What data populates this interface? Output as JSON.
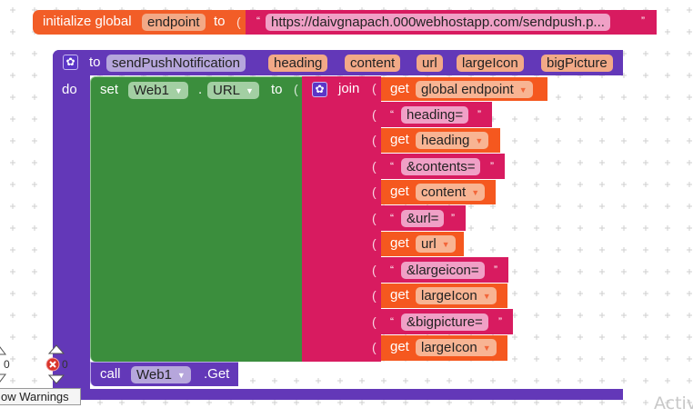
{
  "colors": {
    "orange": "#f25d27",
    "text_pink": "#d81b60",
    "procedure_purple": "#6338b8",
    "green_setter": "#3b8e3d",
    "join_pink": "#d81b60",
    "get_orange": "#f5581f",
    "call_purple": "#6338b8"
  },
  "global_init": {
    "prefix": "initialize global",
    "name": "endpoint",
    "to": "to",
    "value": "https://daivgnapach.000webhostapp.com/sendpush.p..."
  },
  "procedure": {
    "to": "to",
    "name": "sendPushNotification",
    "params": [
      "heading",
      "content",
      "url",
      "largeIcon",
      "bigPicture"
    ],
    "do": "do"
  },
  "setter": {
    "set": "set",
    "component": "Web1",
    "dot": ".",
    "property": "URL",
    "to": "to"
  },
  "join": {
    "label": "join",
    "items": [
      {
        "type": "get",
        "label": "get",
        "value": "global endpoint"
      },
      {
        "type": "text",
        "value": "heading="
      },
      {
        "type": "get",
        "label": "get",
        "value": "heading"
      },
      {
        "type": "text",
        "value": "&contents="
      },
      {
        "type": "get",
        "label": "get",
        "value": "content"
      },
      {
        "type": "text",
        "value": "&url="
      },
      {
        "type": "get",
        "label": "get",
        "value": "url"
      },
      {
        "type": "text",
        "value": "&largeicon="
      },
      {
        "type": "get",
        "label": "get",
        "value": "largeIcon"
      },
      {
        "type": "text",
        "value": "&bigpicture="
      },
      {
        "type": "get",
        "label": "get",
        "value": "largeIcon"
      }
    ]
  },
  "call": {
    "label": "call",
    "component": "Web1",
    "method": ".Get"
  },
  "indicators": {
    "warnings_count": "0",
    "errors_count": "0",
    "tooltip": "ow Warnings"
  },
  "watermark": "Activ"
}
